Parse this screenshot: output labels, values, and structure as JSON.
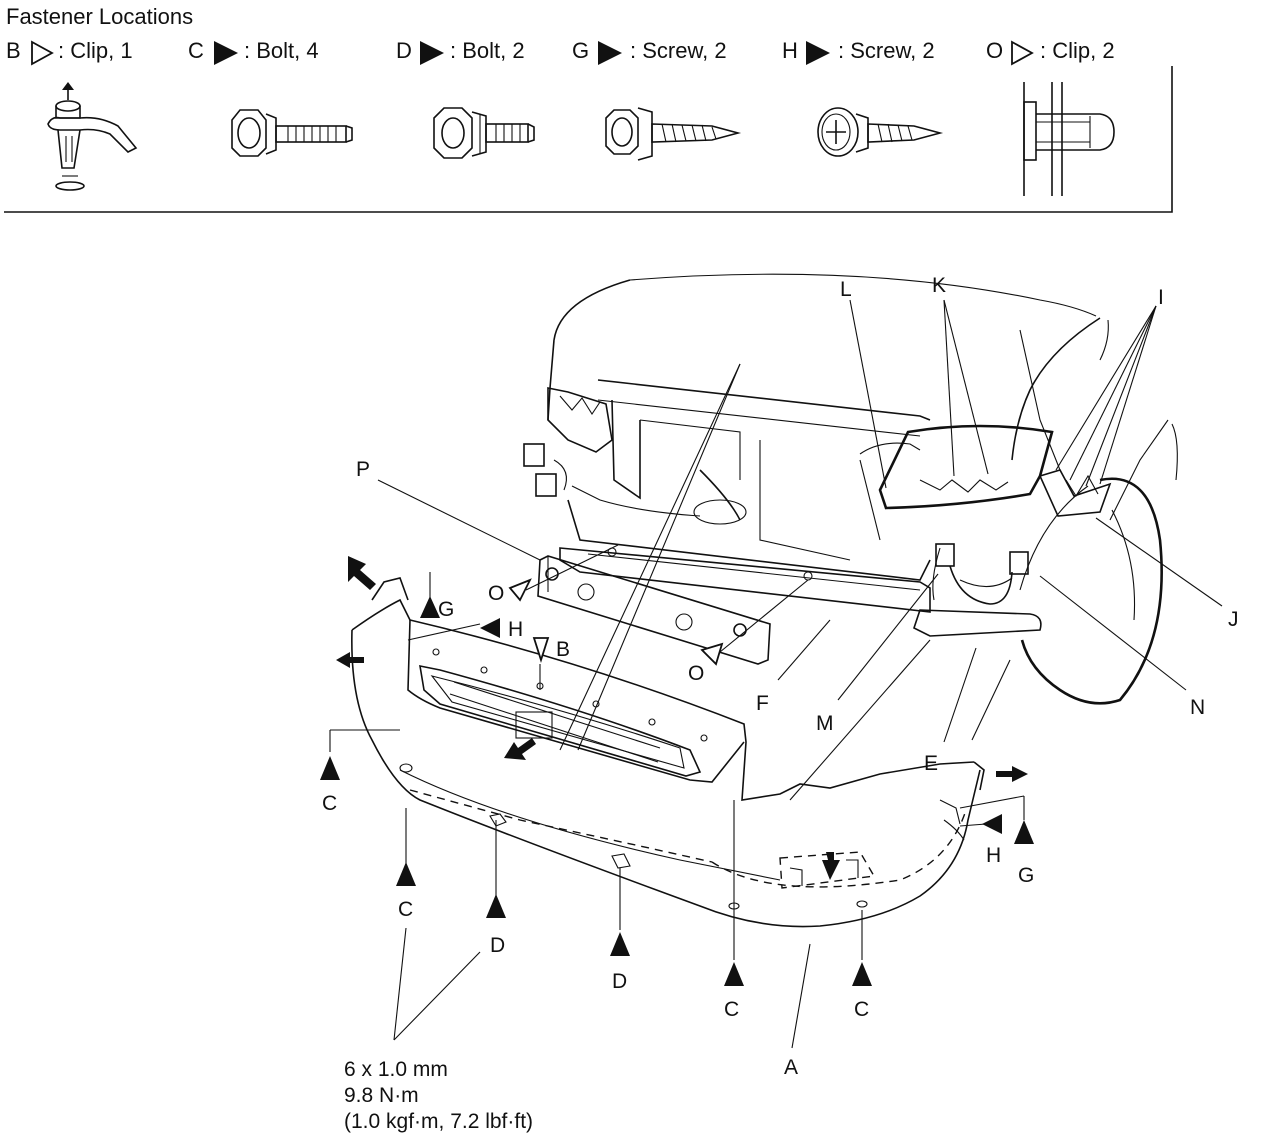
{
  "title": "Fastener Locations",
  "fasteners": [
    {
      "letter": "B",
      "desc": ": Clip, 1",
      "marker": "hollow"
    },
    {
      "letter": "C",
      "desc": ": Bolt, 4",
      "marker": "solid"
    },
    {
      "letter": "D",
      "desc": ": Bolt, 2",
      "marker": "solid"
    },
    {
      "letter": "G",
      "desc": ": Screw, 2",
      "marker": "solid"
    },
    {
      "letter": "H",
      "desc": ": Screw, 2",
      "marker": "solid"
    },
    {
      "letter": "O",
      "desc": ": Clip, 2",
      "marker": "hollow"
    }
  ],
  "callouts": {
    "A": "A",
    "B": "B",
    "C": "C",
    "D": "D",
    "E": "E",
    "F": "F",
    "G": "G",
    "H": "H",
    "I": "I",
    "J": "J",
    "K": "K",
    "L": "L",
    "M": "M",
    "N": "N",
    "O": "O",
    "P": "P"
  },
  "torque_spec": {
    "line1": "6 x 1.0 mm",
    "line2": "9.8 N·m",
    "line3": "(1.0 kgf·m, 7.2 lbf·ft)"
  }
}
